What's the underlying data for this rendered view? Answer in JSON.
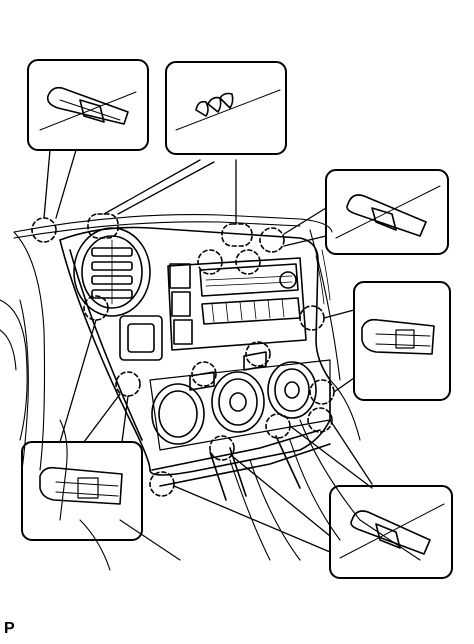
{
  "figure": {
    "corner_code": "P"
  },
  "callouts": [
    {
      "id": "top-left",
      "depicts": "clip-detail"
    },
    {
      "id": "top-center",
      "depicts": "claw-detail"
    },
    {
      "id": "right-upper",
      "depicts": "clip-detail"
    },
    {
      "id": "right-middle",
      "depicts": "clip-detail"
    },
    {
      "id": "left-lower",
      "depicts": "clip-detail"
    },
    {
      "id": "bottom-right",
      "depicts": "clip-detail"
    }
  ],
  "colors": {
    "line": "#000000",
    "background": "#ffffff"
  }
}
